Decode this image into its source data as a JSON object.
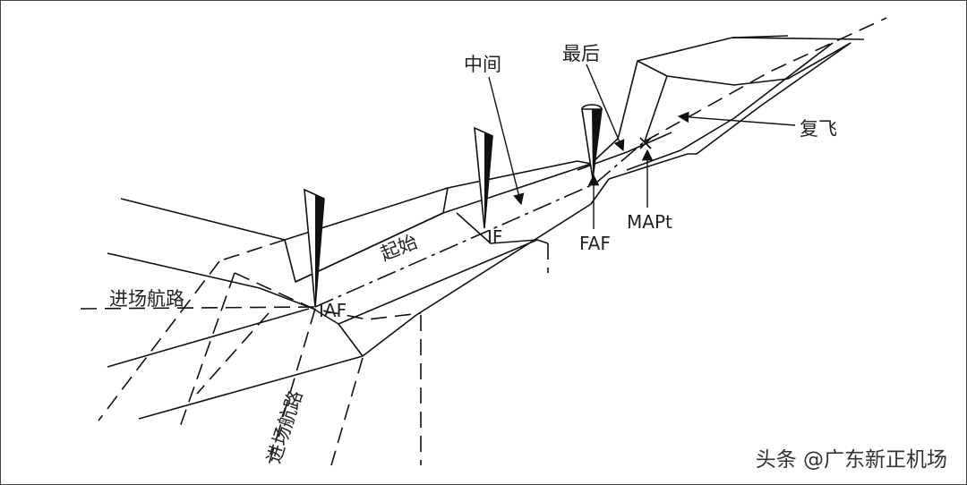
{
  "labels": {
    "intermediate": "中间",
    "final": "最后",
    "missed_approach": "复飞",
    "initial": "起始",
    "arrival_route_1": "进场航路",
    "arrival_route_2": "进场航路",
    "iaf": "IAF",
    "if": "IF",
    "faf": "FAF",
    "mapt": "MAPt"
  },
  "watermark": "头条 @广东新正机场"
}
